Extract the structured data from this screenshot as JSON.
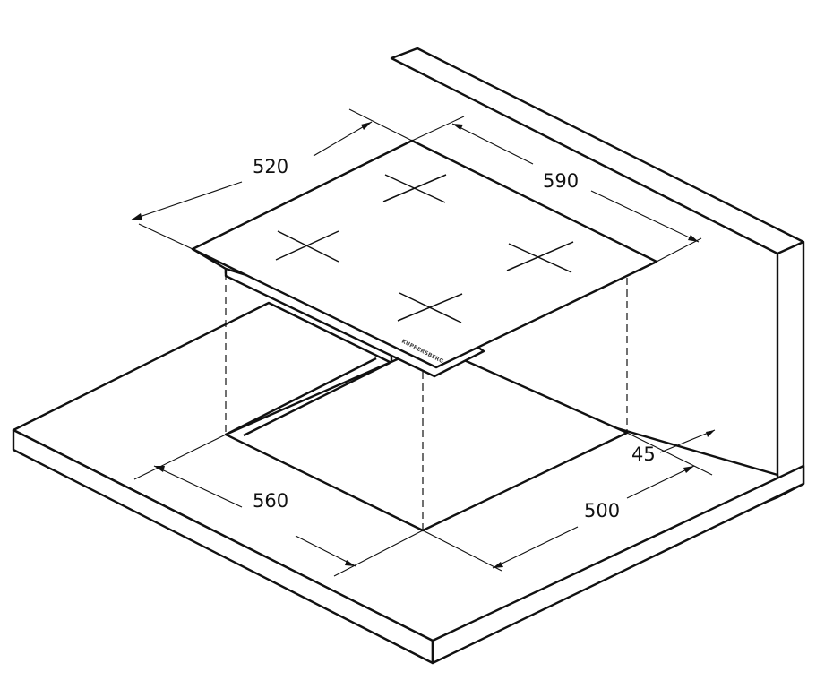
{
  "diagram": {
    "dimensions": {
      "hob_depth": "520",
      "hob_width": "590",
      "cutout_width": "560",
      "cutout_depth": "500",
      "wall_offset": "45"
    },
    "brand_mark": "KUPPERSBERG",
    "colors": {
      "line": "#111111",
      "background": "#ffffff"
    }
  }
}
